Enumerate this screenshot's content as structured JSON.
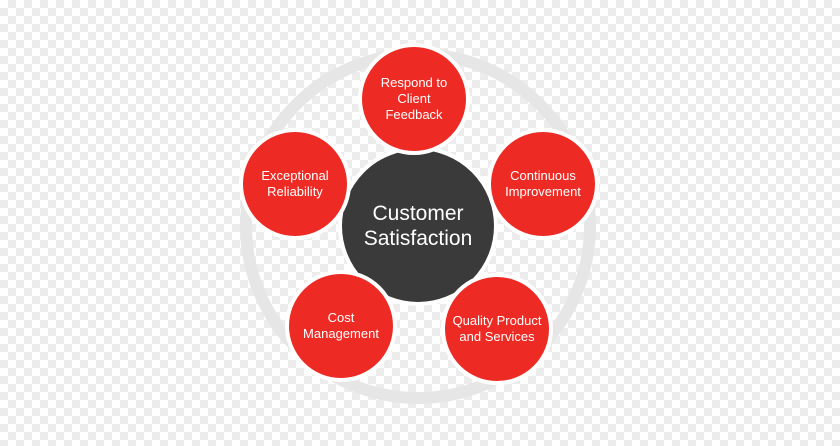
{
  "center": {
    "label": "Customer\nSatisfaction"
  },
  "nodes": [
    {
      "label": "Respond to\nClient Feedback"
    },
    {
      "label": "Continuous\nImprovement"
    },
    {
      "label": "Quality Product\nand Services"
    },
    {
      "label": "Cost\nManagement"
    },
    {
      "label": "Exceptional\nReliability"
    }
  ],
  "colors": {
    "node_red": "#ed2a24",
    "center_dark": "#3a3a3a",
    "ring_gray": "#e6e6e6"
  }
}
